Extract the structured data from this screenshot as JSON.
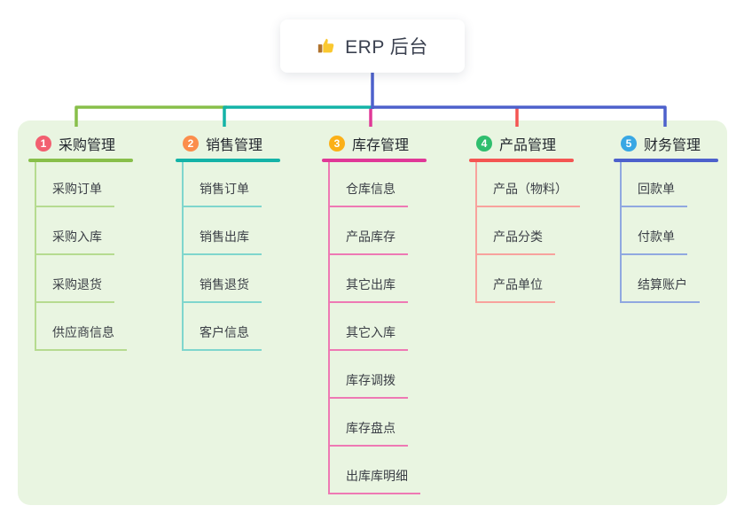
{
  "root": {
    "icon": "thumbs-up",
    "title": "ERP 后台"
  },
  "panel": {
    "bg": "#e9f5e1"
  },
  "connectors": {
    "stem": "#4d61cc",
    "seg_green": "#88bf4a",
    "seg_teal": "#14b3a7",
    "seg_blue": "#4d61cc",
    "drop_magenta": "#e03897",
    "drop_red": "#f45552"
  },
  "branches": [
    {
      "num": "1",
      "title": "采购管理",
      "badge": "#f25f70",
      "line": "#88bf4a",
      "line_light": "#b6db90",
      "items": [
        "采购订单",
        "采购入库",
        "采购退货",
        "供应商信息"
      ]
    },
    {
      "num": "2",
      "title": "销售管理",
      "badge": "#fb8d4c",
      "line": "#14b3a7",
      "line_light": "#7fd6cd",
      "items": [
        "销售订单",
        "销售出库",
        "销售退货",
        "客户信息"
      ]
    },
    {
      "num": "3",
      "title": "库存管理",
      "badge": "#fbb018",
      "line": "#e03897",
      "line_light": "#ee79b4",
      "items": [
        "仓库信息",
        "产品库存",
        "其它出库",
        "其它入库",
        "库存调拨",
        "库存盘点",
        "出库库明细"
      ]
    },
    {
      "num": "4",
      "title": "产品管理",
      "badge": "#2fbe6e",
      "line": "#f45552",
      "line_light": "#f8a29d",
      "items": [
        "产品（物料）",
        "产品分类",
        "产品单位"
      ]
    },
    {
      "num": "5",
      "title": "财务管理",
      "badge": "#38a7e4",
      "line": "#4d61cc",
      "line_light": "#90a8e0",
      "items": [
        "回款单",
        "付款单",
        "结算账户"
      ]
    }
  ]
}
